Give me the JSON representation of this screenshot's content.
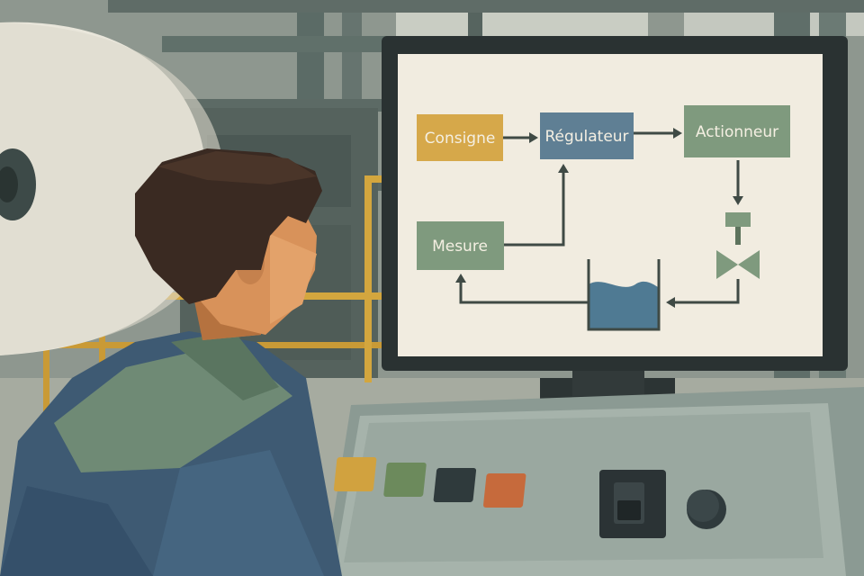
{
  "diagram": {
    "nodes": [
      {
        "id": "consigne",
        "label": "Consigne",
        "color": "#d6a84a"
      },
      {
        "id": "regulateur",
        "label": "Régulateur",
        "color": "#5f7f94"
      },
      {
        "id": "actionneur",
        "label": "Actionneur",
        "color": "#7f9a7e"
      },
      {
        "id": "mesure",
        "label": "Mesure",
        "color": "#7f9a7e"
      }
    ],
    "tank_color": "#4f7a93",
    "screen_background": "#f1ece0",
    "line_color": "#3f4a45"
  },
  "console": {
    "buttons": [
      {
        "id": "yellow",
        "color": "#d1a23f"
      },
      {
        "id": "green",
        "color": "#6c8a5c"
      },
      {
        "id": "dark",
        "color": "#2f3a3c"
      },
      {
        "id": "orange",
        "color": "#c66a3c"
      }
    ],
    "switch": "toggle-switch",
    "knob": "rotary-knob"
  },
  "scene": {
    "background": "industrial-paper-mill",
    "subject": "operator-looking-at-monitor"
  }
}
